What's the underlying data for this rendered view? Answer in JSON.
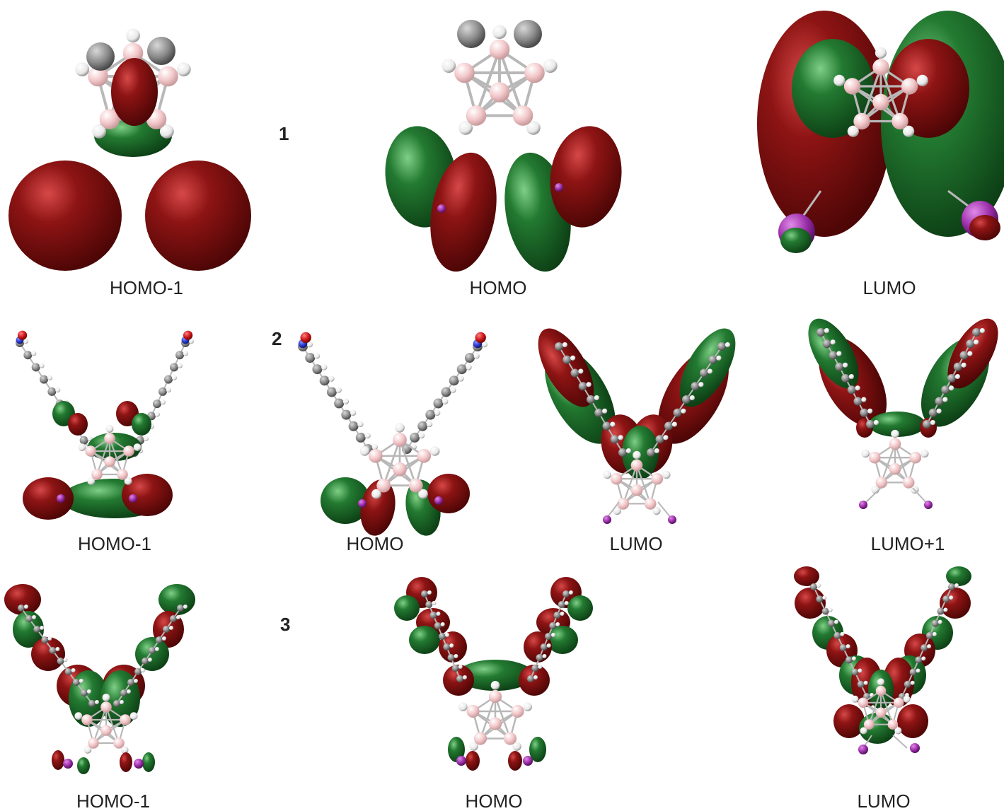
{
  "colors": {
    "lobe_red": "#7a1010",
    "lobe_green": "#1d6e2a",
    "boron": "#f2c6c8",
    "carbon": "#8a8a8a",
    "hydrogen": "#f4f4f4",
    "iodine": "#9b2ea8",
    "oxygen": "#cc1515",
    "nitrogen": "#2a3ad0"
  },
  "compounds": [
    {
      "label": "1",
      "orbitals": [
        {
          "caption": "HOMO-1"
        },
        {
          "caption": "HOMO"
        },
        {
          "caption": "LUMO"
        }
      ]
    },
    {
      "label": "2",
      "orbitals": [
        {
          "caption": "HOMO-1"
        },
        {
          "caption": "HOMO"
        },
        {
          "caption": "LUMO"
        },
        {
          "caption": "LUMO+1"
        }
      ]
    },
    {
      "label": "3",
      "orbitals": [
        {
          "caption": "HOMO-1"
        },
        {
          "caption": "HOMO"
        },
        {
          "caption": "LUMO"
        }
      ]
    }
  ]
}
